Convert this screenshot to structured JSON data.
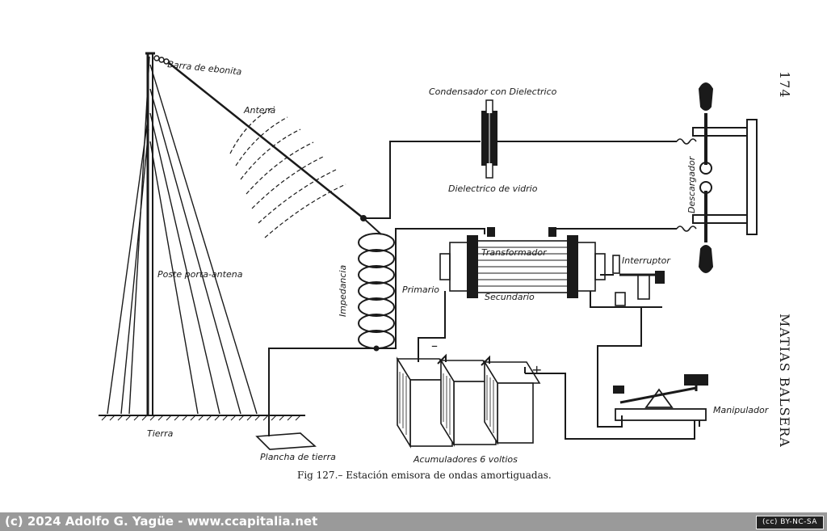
{
  "page_number": "174",
  "running_head": "MATIAS BALSERA",
  "caption": "Fig  127.– Estación emisora de ondas amortiguadas.",
  "labels": {
    "barra": "Barra de ebonita",
    "antena": "Antena",
    "poste": "Poste porta-antena",
    "tierra": "Tierra",
    "plancha": "Plancha de tierra",
    "condensador": "Condensador con Dielectrico",
    "dielectrico": "Dielectrico de vidrio",
    "descargador": "Descargador",
    "impedancia": "Impedancia",
    "transformador": "Transformador",
    "primario": "Primario",
    "secundario": "Secundario",
    "interruptor": "Interruptor",
    "acumuladores": "Acumuladores 6 voltios",
    "manipulador": "Manipulador",
    "minus": "–",
    "plus": "+"
  },
  "footer": {
    "credit": "(c) 2024 Adolfo G. Yagüe - www.ccapitalia.net",
    "license": "(cc) BY-NC-SA"
  }
}
